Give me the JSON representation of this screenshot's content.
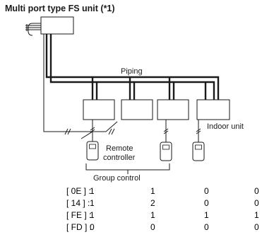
{
  "title": "Multi port type FS unit (*1)",
  "labels": {
    "piping": "Piping",
    "indoor_unit": "Indoor unit",
    "remote_controller_line1": "Remote",
    "remote_controller_line2": "controller",
    "group_control": "Group control"
  },
  "settings_table": {
    "rows": [
      {
        "code": "[ 0E ] :",
        "values": [
          "1",
          "1",
          "0",
          "0"
        ]
      },
      {
        "code": "[ 14 ] :",
        "values": [
          "1",
          "2",
          "0",
          "0"
        ]
      },
      {
        "code": "[ FE ] :",
        "values": [
          "1",
          "1",
          "1",
          "1"
        ]
      },
      {
        "code": "[ FD ] :",
        "values": [
          "0",
          "0",
          "0",
          "0"
        ]
      }
    ]
  }
}
